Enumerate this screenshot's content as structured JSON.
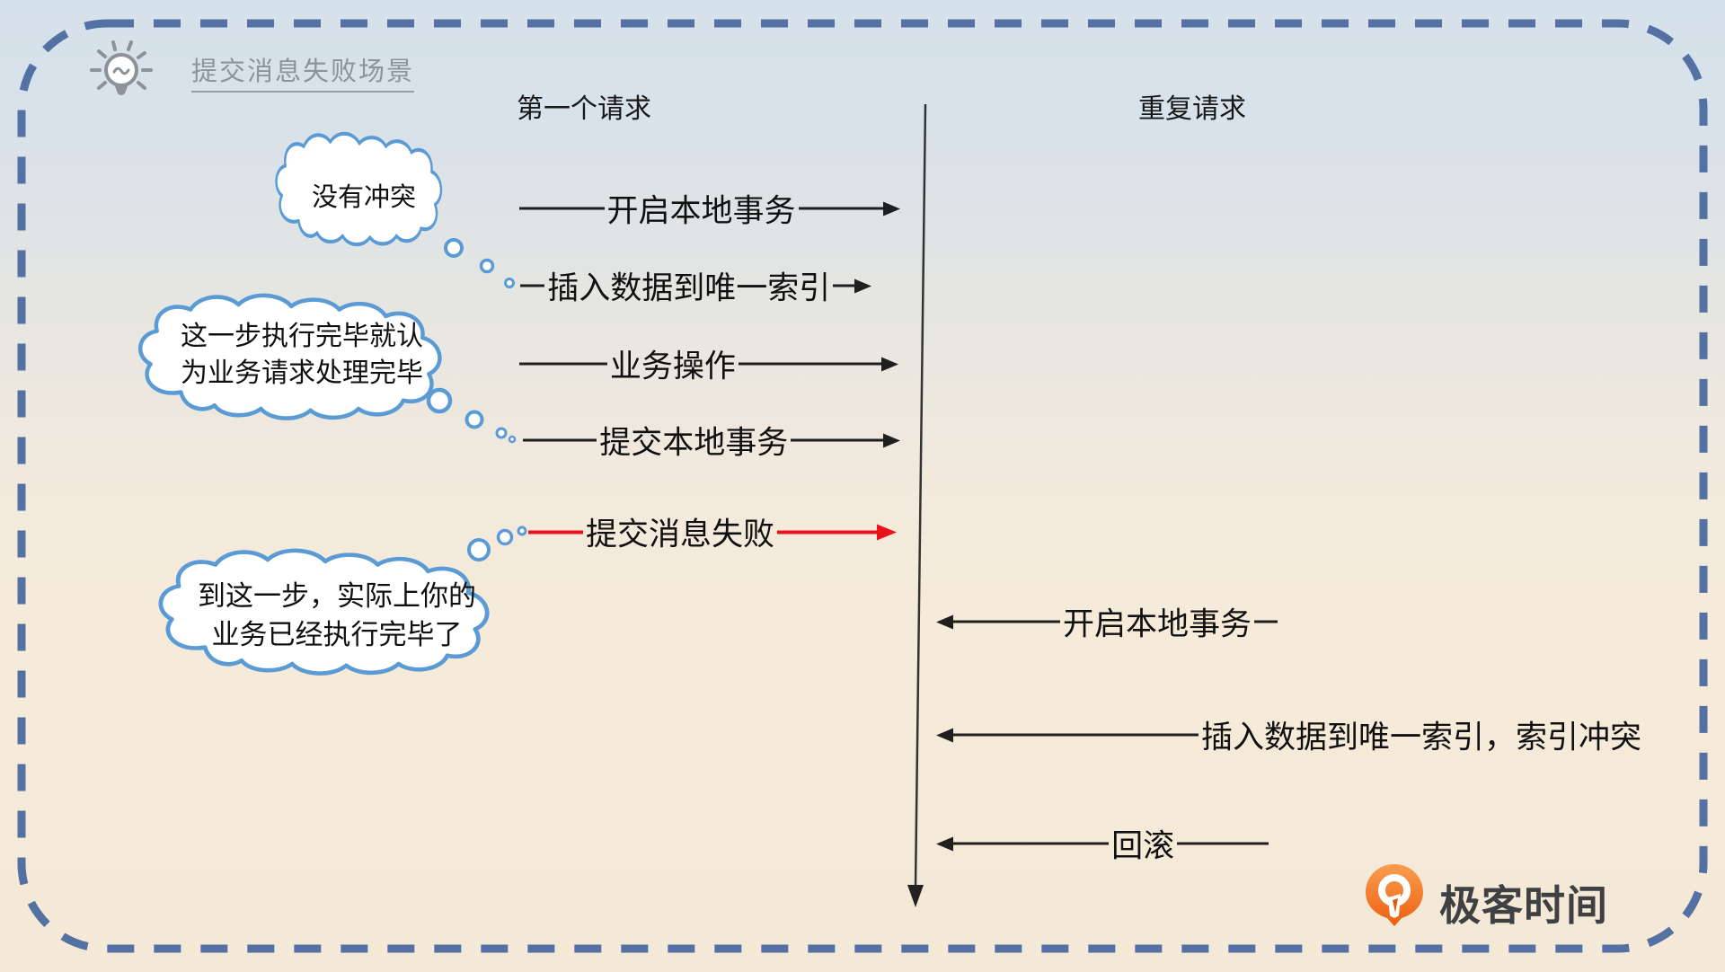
{
  "title": {
    "label": "提交消息失败场景"
  },
  "columns": {
    "first": "第一个请求",
    "repeat": "重复请求"
  },
  "clouds": [
    {
      "lines": [
        "没有冲突"
      ]
    },
    {
      "lines": [
        "这一步执行完毕就认",
        "为业务请求处理完毕"
      ]
    },
    {
      "lines": [
        "到这一步，实际上你的",
        "业务已经执行完毕了"
      ]
    }
  ],
  "first_request_steps": [
    {
      "label": "开启本地事务"
    },
    {
      "label": "插入数据到唯一索引"
    },
    {
      "label": "业务操作"
    },
    {
      "label": "提交本地事务"
    },
    {
      "label": "提交消息失败",
      "status": "failed"
    }
  ],
  "repeat_request_steps": [
    {
      "label": "开启本地事务"
    },
    {
      "label": "插入数据到唯一索引，索引冲突"
    },
    {
      "label": "回滚"
    }
  ],
  "logo": {
    "label": "极客时间"
  },
  "colors": {
    "border_blue": "#5371a2",
    "cloud_blue": "#5b9bd5",
    "failure_red": "#e8141a",
    "brand_orange": "#f06a15",
    "title_gray": "#8e939b"
  }
}
